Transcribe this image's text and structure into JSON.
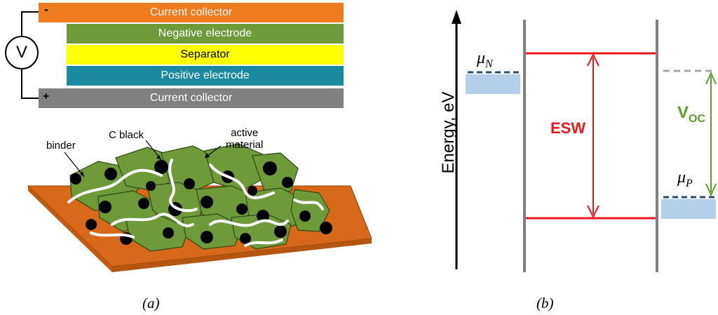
{
  "panel_a": {
    "layers": {
      "top_collector": "Current collector",
      "negative": "Negative electrode",
      "separator": "Separator",
      "positive": "Positive electrode",
      "bottom_collector": "Current collector"
    },
    "voltmeter": "V",
    "terminal_minus": "-",
    "terminal_plus": "+",
    "labels": {
      "binder": "binder",
      "carbon": "C black",
      "active": "active\nmaterial"
    },
    "caption": "(a)"
  },
  "panel_b": {
    "axis_label": "Energy, eV",
    "mu_n_symbol": "μ",
    "mu_n_sub": "N",
    "mu_p_symbol": "μ",
    "mu_p_sub": "P",
    "esw": "ESW",
    "voc_main": "V",
    "voc_sub": "OC",
    "caption": "(b)"
  },
  "colors": {
    "collector_top": "#f07a1e",
    "negative": "#6f9a3a",
    "separator": "#ffff00",
    "positive": "#1b8aa0",
    "collector_bottom": "#808080",
    "esw_red": "#e8181e",
    "voc_green": "#5f9a2e",
    "dash_blue": "#1f4e79",
    "box_blue": "#b4cfe8"
  }
}
